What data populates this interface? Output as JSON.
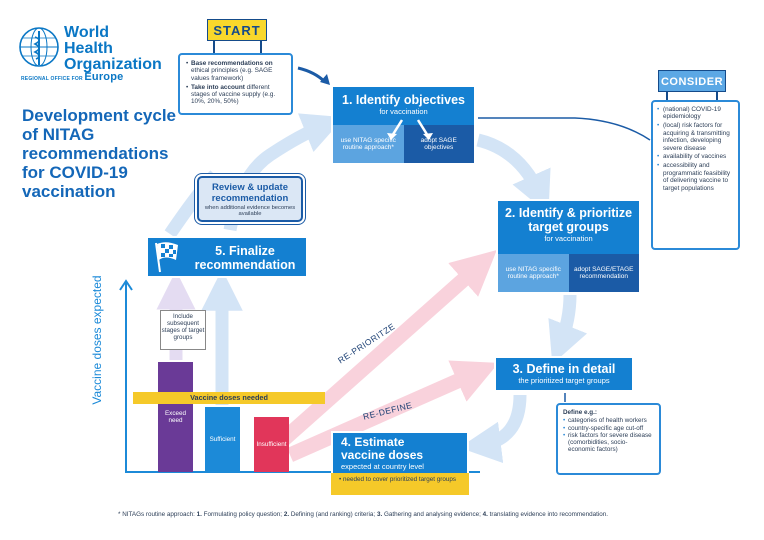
{
  "logo": {
    "org_line1": "World Health",
    "org_line2": "Organization",
    "region_prefix": "REGIONAL OFFICE FOR",
    "region": "Europe"
  },
  "title": "Development cycle of NITAG recommendations for COVID-19 vaccination",
  "start": {
    "sign": "START",
    "items": [
      {
        "bold": "Base recommendations on",
        "text": "ethical principles (e.g. SAGE values framework)"
      },
      {
        "bold": "Take into account",
        "text": "different stages of vaccine supply (e.g. 10%, 20%, 50%)"
      }
    ]
  },
  "step1": {
    "title": "1. Identify objectives",
    "subtitle": "for vaccination",
    "left": "use NITAG specific routine approach*",
    "right": "adopt SAGE objectives"
  },
  "consider": {
    "sign": "CONSIDER",
    "items": [
      "(national) COVID-19 epidemiology",
      "(local) risk factors for acquiring & transmitting infection, developing severe disease",
      "availability of vaccines",
      "accessibility and programmatic feasibility of delivering vaccine to target populations"
    ]
  },
  "step2": {
    "title": "2. Identify & prioritize target groups",
    "subtitle": "for vaccination",
    "left": "use NITAG specific routine approach*",
    "right": "adopt SAGE/ETAGE recommendation"
  },
  "step3": {
    "title": "3. Define in detail",
    "subtitle": "the prioritized target groups"
  },
  "define": {
    "label": "Define e.g.:",
    "items": [
      "categories of health workers",
      "country-specific age cut-off",
      "risk factors for severe disease (comorbidities, socio-economic factors)"
    ]
  },
  "step4": {
    "title_line1": "4. Estimate",
    "title_line2": "vaccine doses",
    "subtitle": "expected at country level",
    "note": "• needed to cover prioritized target groups"
  },
  "step5": {
    "title": "5. Finalize recommendation"
  },
  "review": {
    "title": "Review & update recommendation",
    "subtitle": "when additional evidence becomes available"
  },
  "chart": {
    "y_label": "Vaccine doses expected",
    "needed_label": "Vaccine doses needed",
    "include_note": "Include subsequent stages of target groups",
    "bars": [
      {
        "label": "Exceed need",
        "color": "#6a3a97"
      },
      {
        "label": "Sufficient",
        "color": "#1c8ad8"
      },
      {
        "label": "Insufficient",
        "color": "#e1365a"
      }
    ]
  },
  "arrows": {
    "reprioritize": "RE-PRIORITZE",
    "redefine": "RE-DEFINE"
  },
  "footnote": {
    "intro": "* NITAGs routine approach: ",
    "s1n": "1.",
    "s1": " Formulating policy question; ",
    "s2n": "2.",
    "s2": " Defining (and ranking) criteria; ",
    "s3n": "3.",
    "s3": " Gathering and analysing evidence; ",
    "s4n": "4.",
    "s4": " translating evidence into recommendation."
  }
}
